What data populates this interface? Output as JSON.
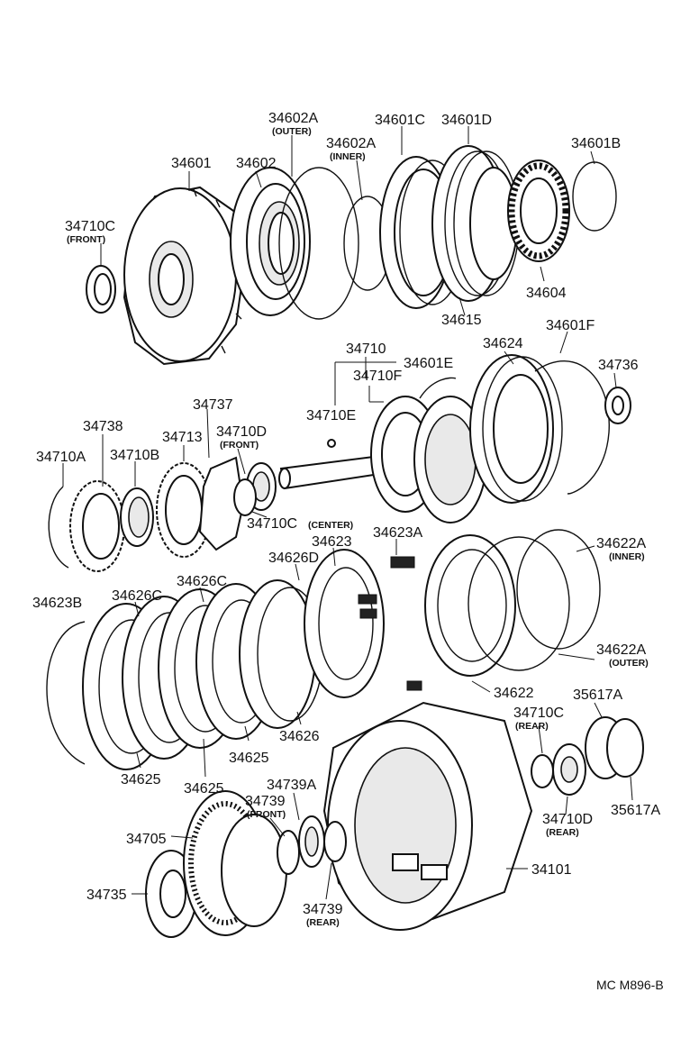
{
  "diagram": {
    "labels": {
      "l34602A_outer": "34602A",
      "l34602A_outer_sub": "(OUTER)",
      "l34601C": "34601C",
      "l34601D": "34601D",
      "l34602A_inner": "34602A",
      "l34602A_inner_sub": "(INNER)",
      "l34601B": "34601B",
      "l34601": "34601",
      "l34602": "34602",
      "l34710C_front": "34710C",
      "l34710C_front_sub": "(FRONT)",
      "l34604": "34604",
      "l34615": "34615",
      "l34710": "34710",
      "l34624": "34624",
      "l34601F": "34601F",
      "l34710F": "34710F",
      "l34601E": "34601E",
      "l34736": "34736",
      "l34737": "34737",
      "l34738": "34738",
      "l34710E": "34710E",
      "l34713": "34713",
      "l34710D_front": "34710D",
      "l34710D_front_sub": "(FRONT)",
      "l34710A": "34710A",
      "l34710B": "34710B",
      "l34710C_center": "34710C",
      "l34710C_center_sub": "(CENTER)",
      "l34623A": "34623A",
      "l34623": "34623",
      "l34622A_inner": "34622A",
      "l34622A_inner_sub": "(INNER)",
      "l34626D": "34626D",
      "l34623B": "34623B",
      "l34626C_left": "34626C",
      "l34626C_right": "34626C",
      "l34622A_outer": "34622A",
      "l34622A_outer_sub": "(OUTER)",
      "l34622": "34622",
      "l35617A_top": "35617A",
      "l34710C_rear": "34710C",
      "l34710C_rear_sub": "(REAR)",
      "l34626": "34626",
      "l34625_a": "34625",
      "l34625_b": "34625",
      "l34625_c": "34625",
      "l35617A_bottom": "35617A",
      "l34739A": "34739A",
      "l34739_front": "34739",
      "l34739_front_sub": "(FRONT)",
      "l34710D_rear": "34710D",
      "l34710D_rear_sub": "(REAR)",
      "l34705": "34705",
      "l34101": "34101",
      "l34735": "34735",
      "l34739_rear": "34739",
      "l34739_rear_sub": "(REAR)",
      "code": "MC M896-B"
    }
  }
}
